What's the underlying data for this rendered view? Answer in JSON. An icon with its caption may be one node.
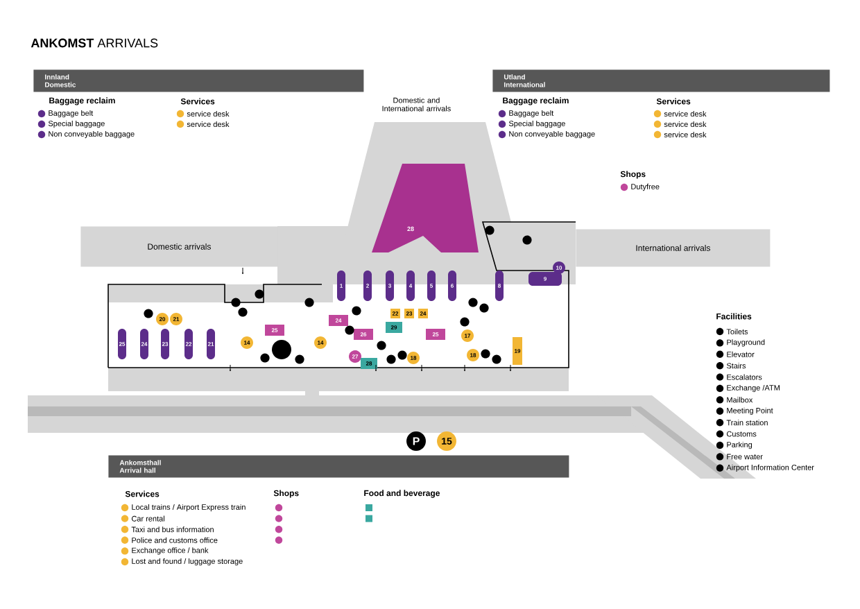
{
  "diagram": {
    "title": "**ANKOMST** ARRIVALS",
    "nodes": [
      {
        "text": [
          "Innland",
          "Domestic"
        ]
      },
      {
        "text": [
          "Utland",
          "International"
        ]
      },
      {
        "text": [
          "Ankomsthall",
          "Arrival hall"
        ]
      },
      {
        "text": [
          "Domestic arrivals"
        ]
      },
      {
        "text": [
          "Domestic and International arrivals"
        ]
      },
      {
        "text": [
          "International arrivals"
        ]
      }
    ],
    "labels": [
      "Baggage reclaim",
      "Services",
      "Baggage reclaim",
      "Services",
      "Shops",
      "Facilities",
      "Services",
      "Shops",
      "Food and beverage",
      "25",
      "24",
      "23",
      "22",
      "21",
      "20",
      "21",
      "14",
      "25",
      "14",
      "24",
      "26",
      "27",
      "28",
      "1",
      "2",
      "3",
      "4",
      "5",
      "6",
      "8",
      "9",
      "10",
      "22",
      "23",
      "24",
      "29",
      "25",
      "17",
      "18",
      "18",
      "19",
      "28",
      "P",
      "15"
    ],
    "legend": [
      {
        "text": "Baggage belt",
        "color": "#5c2d8a"
      },
      {
        "text": "Special baggage",
        "color": "#5c2d8a"
      },
      {
        "text": "Non conveyable baggage",
        "color": "#5c2d8a"
      },
      {
        "text": "service desk",
        "color": "#f2b634"
      },
      {
        "text": "service desk",
        "color": "#f2b634"
      },
      {
        "text": "Baggage belt",
        "color": "#5c2d8a"
      },
      {
        "text": "Special baggage",
        "color": "#5c2d8a"
      },
      {
        "text": "Non conveyable baggage",
        "color": "#5c2d8a"
      },
      {
        "text": "service desk",
        "color": "#f2b634"
      },
      {
        "text": "service desk",
        "color": "#f2b634"
      },
      {
        "text": "service desk",
        "color": "#f2b634"
      },
      {
        "text": "Dutyfree",
        "color": "#c0479b"
      },
      {
        "text": "Toilets"
      },
      {
        "text": "Playground"
      },
      {
        "text": "Elevator"
      },
      {
        "text": "Stairs"
      },
      {
        "text": "Escalators"
      },
      {
        "text": "Exchange /ATM"
      },
      {
        "text": "Mailbox"
      },
      {
        "text": "Meeting Point"
      },
      {
        "text": "Train station"
      },
      {
        "text": "Customs"
      },
      {
        "text": "Parking"
      },
      {
        "text": "Free water"
      },
      {
        "text": "Airport Information Center"
      },
      {
        "text": "Local trains / Airport Express train",
        "color": "#f2b634"
      },
      {
        "text": "Car rental",
        "color": "#f2b634"
      },
      {
        "text": "Taxi and bus information",
        "color": "#f2b634"
      },
      {
        "text": "Police and customs office",
        "color": "#f2b634"
      },
      {
        "text": "Exchange office / bank",
        "color": "#f2b634"
      },
      {
        "text": "Lost and found / luggage storage",
        "color": "#f2b634"
      }
    ]
  }
}
